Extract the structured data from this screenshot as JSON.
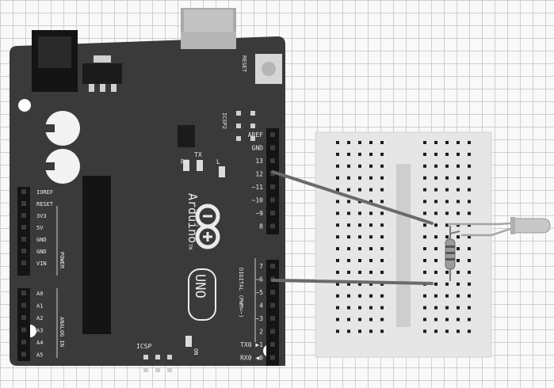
{
  "board": {
    "reset_label": "RESET",
    "icsp2_label": "ICSP2",
    "icsp_label": "ICSP",
    "tx_label": "TX",
    "rx_label": "RX",
    "l_label": "L",
    "on_label": "ON",
    "brand": "Arduino",
    "tm": "TM",
    "model": "UNO",
    "digital_label": "DIGITAL (PWM=~)",
    "power_label": "POWER",
    "analog_label": "ANALOG IN",
    "digital_pins": [
      "AREF",
      "GND",
      "13",
      "12",
      "~11",
      "~10",
      "~9",
      "8",
      "7",
      "~6",
      "~5",
      "4",
      "~3",
      "2",
      "TX0 ▶1",
      "RX0 ◀0"
    ],
    "power_pins": [
      "IOREF",
      "RESET",
      "3V3",
      "5V",
      "GND",
      "GND",
      "VIN"
    ],
    "analog_pins": [
      "A0",
      "A1",
      "A2",
      "A3",
      "A4",
      "A5"
    ]
  },
  "colors": {
    "board": "#3a3a3a",
    "wire": "#6a6a6a",
    "breadboard": "#e6e6e6"
  }
}
